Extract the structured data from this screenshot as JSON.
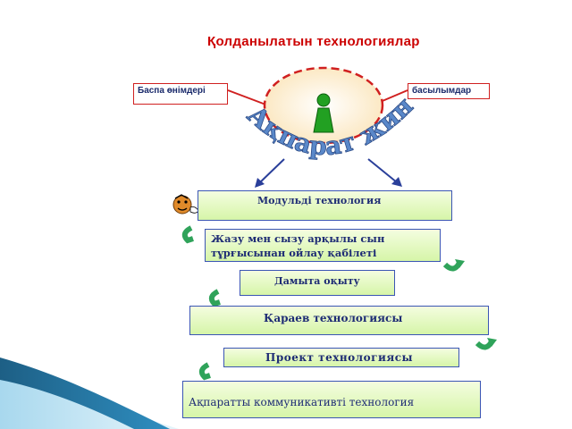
{
  "title": "Қолданылатын технологиялар",
  "left_label": "Баспа өнімдері",
  "right_label": "басылымдар",
  "arc_text": "Ақпарат жинау",
  "technologies": [
    "Модульдi технология",
    "Жазу мен сызу арқылы сын тұрғысынан ойлау қабілеті",
    "Дамыта оқыту",
    "Қараев технологиясы",
    "Проект технологиясы",
    "Ақпаратты коммуникативті технология"
  ],
  "colors": {
    "title": "#cc0000",
    "box_border": "#3b55b4",
    "box_fill": "#d6f5a8",
    "box_text": "#1f2d75",
    "arc_text": "#5a88c9",
    "ellipse_fill": "#fbefd0",
    "ellipse_border": "#d02020",
    "curl_arrows": "#2fa35a",
    "person": "#22a022"
  },
  "icons": [
    "person-icon",
    "smiley-icon",
    "curl-arrow-icon"
  ]
}
